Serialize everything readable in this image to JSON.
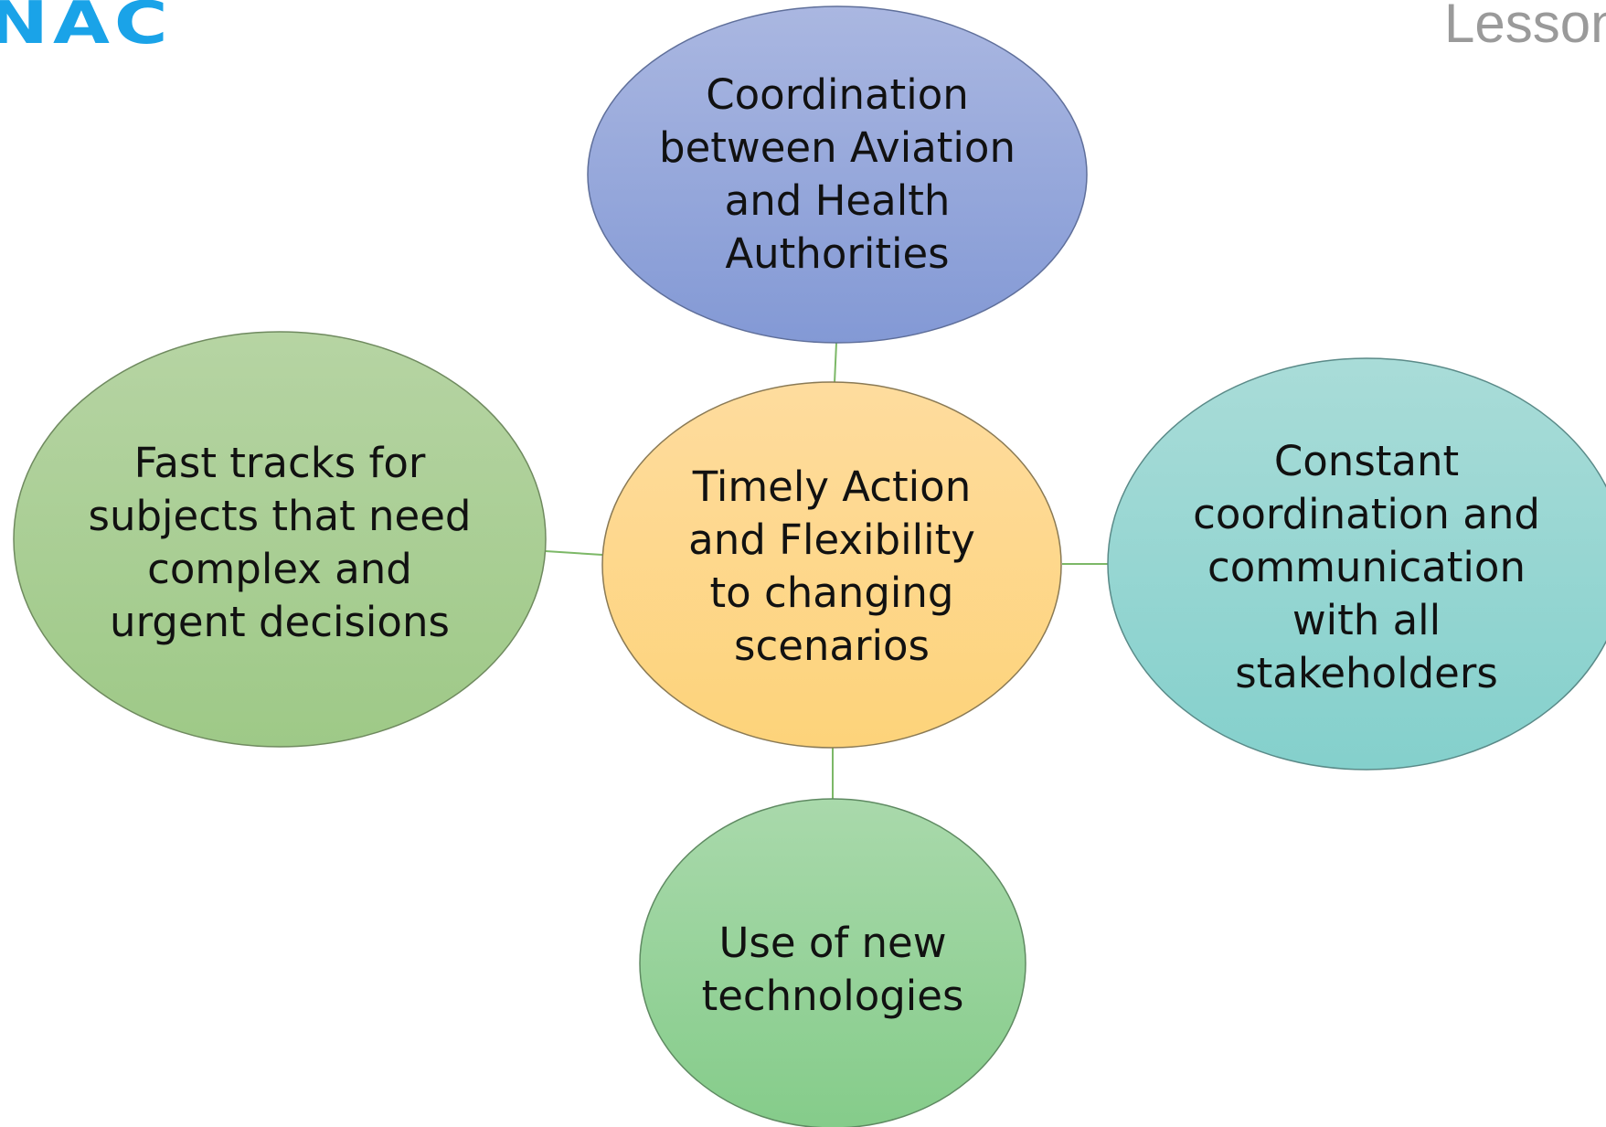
{
  "header": {
    "logo_text": "NAC",
    "title_text": "Lesson"
  },
  "colors": {
    "top": [
      "#aab7e1",
      "#8399d5"
    ],
    "center": [
      "#fedc9e",
      "#fdd37a"
    ],
    "left": [
      "#b6d4a3",
      "#9ec987"
    ],
    "right": [
      "#a9dcd8",
      "#84d0cc"
    ],
    "bottom": [
      "#a9d9ab",
      "#85cc8a"
    ],
    "connector": "#7cb867"
  },
  "nodes": {
    "center": {
      "label": "Timely Action\nand Flexibility\nto changing\nscenarios"
    },
    "top": {
      "label": "Coordination\nbetween Aviation\nand Health\nAuthorities"
    },
    "left": {
      "label": "Fast tracks for\nsubjects that need\ncomplex and\nurgent decisions"
    },
    "right": {
      "label": "Constant\ncoordination and\ncommunication\nwith all\nstakeholders"
    },
    "bottom": {
      "label": "Use of new\ntechnologies"
    }
  }
}
